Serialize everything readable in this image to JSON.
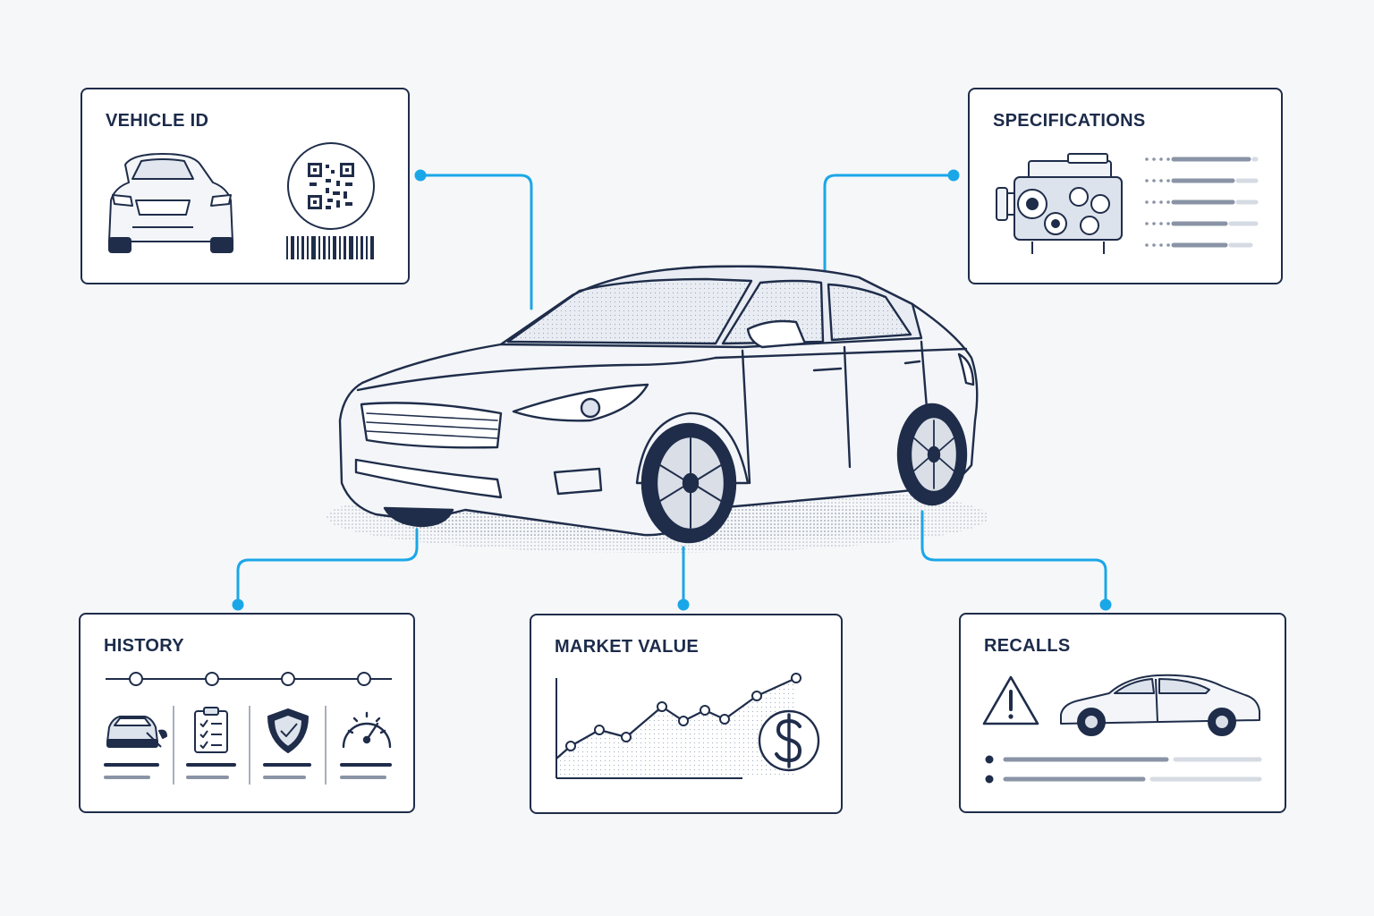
{
  "panels": {
    "vehicle_id": {
      "title": "VEHICLE ID",
      "icons": [
        "car-front-icon",
        "qr-code-icon",
        "barcode-icon"
      ]
    },
    "specifications": {
      "title": "SPECIFICATIONS",
      "icons": [
        "engine-icon"
      ]
    },
    "history": {
      "title": "HISTORY",
      "icons": [
        "car-repair-icon",
        "clipboard-checklist-icon",
        "shield-check-icon",
        "speedometer-icon"
      ]
    },
    "market_value": {
      "title": "MARKET VALUE",
      "icons": [
        "line-chart-icon",
        "dollar-icon"
      ]
    },
    "recalls": {
      "title": "RECALLS",
      "icons": [
        "warning-icon",
        "car-side-icon"
      ]
    }
  },
  "colors": {
    "navy": "#1f2d4a",
    "accent": "#1aa7e8",
    "grey": "#8a94a6",
    "light_grey": "#d6dbe3",
    "background": "#f6f7f9"
  }
}
